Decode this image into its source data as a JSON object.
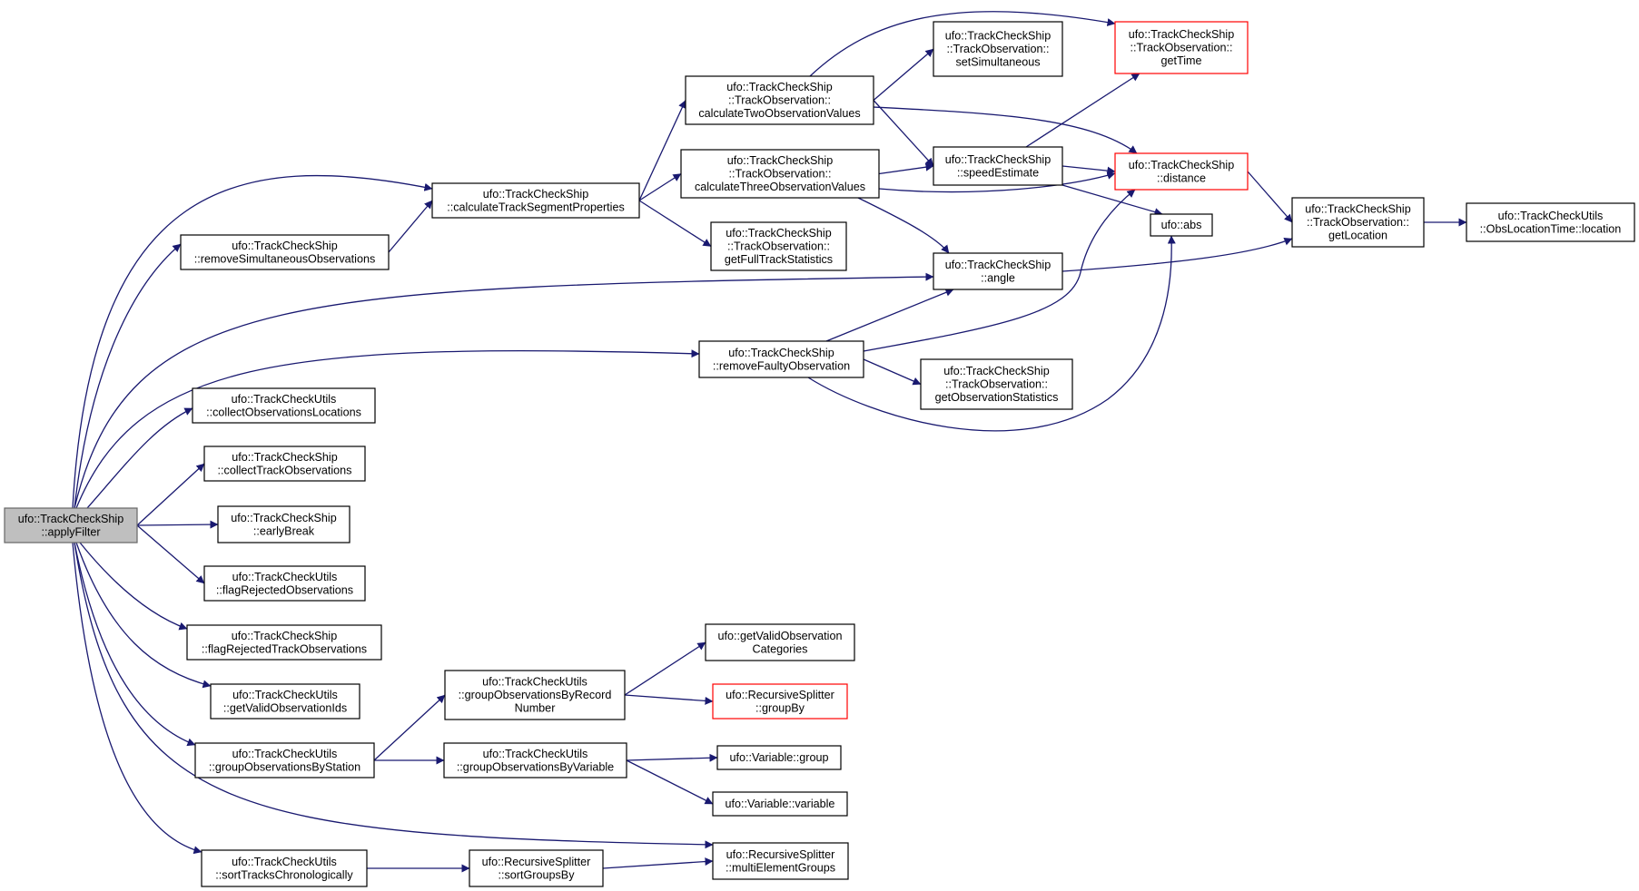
{
  "colors": {
    "edge": "#191970",
    "node_border": "#000000",
    "node_border_red": "#ff0000",
    "root_fill": "#bfbfbf",
    "root_border": "#666666"
  },
  "nodes": {
    "applyFilter": {
      "lines": [
        "ufo::TrackCheckShip",
        "::applyFilter"
      ],
      "style": "root"
    },
    "removeSimultaneousObservations": {
      "lines": [
        "ufo::TrackCheckShip",
        "::removeSimultaneousObservations"
      ],
      "style": "normal"
    },
    "calculateTrackSegmentProperties": {
      "lines": [
        "ufo::TrackCheckShip",
        "::calculateTrackSegmentProperties"
      ],
      "style": "normal"
    },
    "calculateTwoObservationValues": {
      "lines": [
        "ufo::TrackCheckShip",
        "::TrackObservation::",
        "calculateTwoObservationValues"
      ],
      "style": "normal"
    },
    "calculateThreeObservationValues": {
      "lines": [
        "ufo::TrackCheckShip",
        "::TrackObservation::",
        "calculateThreeObservationValues"
      ],
      "style": "normal"
    },
    "getFullTrackStatistics": {
      "lines": [
        "ufo::TrackCheckShip",
        "::TrackObservation::",
        "getFullTrackStatistics"
      ],
      "style": "normal"
    },
    "setSimultaneous": {
      "lines": [
        "ufo::TrackCheckShip",
        "::TrackObservation::",
        "setSimultaneous"
      ],
      "style": "normal"
    },
    "getTime": {
      "lines": [
        "ufo::TrackCheckShip",
        "::TrackObservation::",
        "getTime"
      ],
      "style": "red"
    },
    "speedEstimate": {
      "lines": [
        "ufo::TrackCheckShip",
        "::speedEstimate"
      ],
      "style": "normal"
    },
    "distance": {
      "lines": [
        "ufo::TrackCheckShip",
        "::distance"
      ],
      "style": "red"
    },
    "abs": {
      "lines": [
        "ufo::abs"
      ],
      "style": "normal"
    },
    "getLocation": {
      "lines": [
        "ufo::TrackCheckShip",
        "::TrackObservation::",
        "getLocation"
      ],
      "style": "normal"
    },
    "location": {
      "lines": [
        "ufo::TrackCheckUtils",
        "::ObsLocationTime::location"
      ],
      "style": "normal"
    },
    "angle": {
      "lines": [
        "ufo::TrackCheckShip",
        "::angle"
      ],
      "style": "normal"
    },
    "removeFaultyObservation": {
      "lines": [
        "ufo::TrackCheckShip",
        "::removeFaultyObservation"
      ],
      "style": "normal"
    },
    "getObservationStatistics": {
      "lines": [
        "ufo::TrackCheckShip",
        "::TrackObservation::",
        "getObservationStatistics"
      ],
      "style": "normal"
    },
    "collectObservationsLocations": {
      "lines": [
        "ufo::TrackCheckUtils",
        "::collectObservationsLocations"
      ],
      "style": "normal"
    },
    "collectTrackObservations": {
      "lines": [
        "ufo::TrackCheckShip",
        "::collectTrackObservations"
      ],
      "style": "normal"
    },
    "earlyBreak": {
      "lines": [
        "ufo::TrackCheckShip",
        "::earlyBreak"
      ],
      "style": "normal"
    },
    "flagRejectedObservations": {
      "lines": [
        "ufo::TrackCheckUtils",
        "::flagRejectedObservations"
      ],
      "style": "normal"
    },
    "flagRejectedTrackObservations": {
      "lines": [
        "ufo::TrackCheckShip",
        "::flagRejectedTrackObservations"
      ],
      "style": "normal"
    },
    "getValidObservationIds": {
      "lines": [
        "ufo::TrackCheckUtils",
        "::getValidObservationIds"
      ],
      "style": "normal"
    },
    "groupObservationsByStation": {
      "lines": [
        "ufo::TrackCheckUtils",
        "::groupObservationsByStation"
      ],
      "style": "normal"
    },
    "groupObservationsByRecordNumber": {
      "lines": [
        "ufo::TrackCheckUtils",
        "::groupObservationsByRecord",
        "Number"
      ],
      "style": "normal"
    },
    "getValidObservationCategories": {
      "lines": [
        "ufo::getValidObservation",
        "Categories"
      ],
      "style": "normal"
    },
    "groupBy": {
      "lines": [
        "ufo::RecursiveSplitter",
        "::groupBy"
      ],
      "style": "red"
    },
    "groupObservationsByVariable": {
      "lines": [
        "ufo::TrackCheckUtils",
        "::groupObservationsByVariable"
      ],
      "style": "normal"
    },
    "variableGroup": {
      "lines": [
        "ufo::Variable::group"
      ],
      "style": "normal"
    },
    "variableVariable": {
      "lines": [
        "ufo::Variable::variable"
      ],
      "style": "normal"
    },
    "sortTracksChronologically": {
      "lines": [
        "ufo::TrackCheckUtils",
        "::sortTracksChronologically"
      ],
      "style": "normal"
    },
    "sortGroupsBy": {
      "lines": [
        "ufo::RecursiveSplitter",
        "::sortGroupsBy"
      ],
      "style": "normal"
    },
    "multiElementGroups": {
      "lines": [
        "ufo::RecursiveSplitter",
        "::multiElementGroups"
      ],
      "style": "normal"
    }
  },
  "edges": [
    [
      "applyFilter",
      "calculateTrackSegmentProperties"
    ],
    [
      "applyFilter",
      "removeSimultaneousObservations"
    ],
    [
      "applyFilter",
      "angle"
    ],
    [
      "applyFilter",
      "removeFaultyObservation"
    ],
    [
      "applyFilter",
      "collectObservationsLocations"
    ],
    [
      "applyFilter",
      "collectTrackObservations"
    ],
    [
      "applyFilter",
      "earlyBreak"
    ],
    [
      "applyFilter",
      "flagRejectedObservations"
    ],
    [
      "applyFilter",
      "flagRejectedTrackObservations"
    ],
    [
      "applyFilter",
      "getValidObservationIds"
    ],
    [
      "applyFilter",
      "groupObservationsByStation"
    ],
    [
      "applyFilter",
      "multiElementGroups"
    ],
    [
      "applyFilter",
      "sortTracksChronologically"
    ],
    [
      "removeSimultaneousObservations",
      "calculateTrackSegmentProperties"
    ],
    [
      "calculateTrackSegmentProperties",
      "calculateTwoObservationValues"
    ],
    [
      "calculateTrackSegmentProperties",
      "calculateThreeObservationValues"
    ],
    [
      "calculateTrackSegmentProperties",
      "getFullTrackStatistics"
    ],
    [
      "calculateTwoObservationValues",
      "getTime"
    ],
    [
      "calculateTwoObservationValues",
      "setSimultaneous"
    ],
    [
      "calculateTwoObservationValues",
      "distance"
    ],
    [
      "calculateTwoObservationValues",
      "speedEstimate"
    ],
    [
      "calculateThreeObservationValues",
      "speedEstimate"
    ],
    [
      "calculateThreeObservationValues",
      "distance"
    ],
    [
      "calculateThreeObservationValues",
      "angle"
    ],
    [
      "speedEstimate",
      "getTime"
    ],
    [
      "speedEstimate",
      "distance"
    ],
    [
      "speedEstimate",
      "abs"
    ],
    [
      "distance",
      "getLocation"
    ],
    [
      "getLocation",
      "location"
    ],
    [
      "angle",
      "getLocation"
    ],
    [
      "removeFaultyObservation",
      "angle"
    ],
    [
      "removeFaultyObservation",
      "distance"
    ],
    [
      "removeFaultyObservation",
      "getObservationStatistics"
    ],
    [
      "removeFaultyObservation",
      "abs"
    ],
    [
      "groupObservationsByStation",
      "groupObservationsByRecordNumber"
    ],
    [
      "groupObservationsByStation",
      "groupObservationsByVariable"
    ],
    [
      "groupObservationsByRecordNumber",
      "getValidObservationCategories"
    ],
    [
      "groupObservationsByRecordNumber",
      "groupBy"
    ],
    [
      "groupObservationsByVariable",
      "variableGroup"
    ],
    [
      "groupObservationsByVariable",
      "variableVariable"
    ],
    [
      "sortTracksChronologically",
      "sortGroupsBy"
    ],
    [
      "sortGroupsBy",
      "multiElementGroups"
    ]
  ]
}
